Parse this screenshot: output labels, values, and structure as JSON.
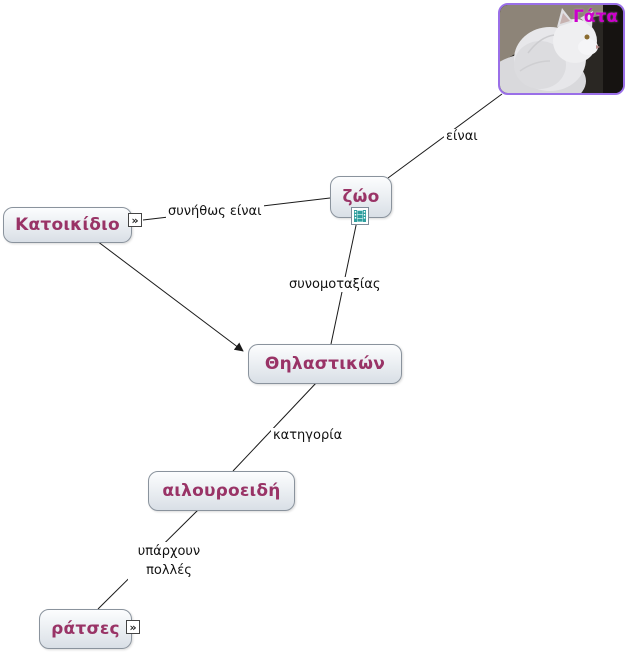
{
  "nodes": {
    "cat": {
      "label": "Γάτα"
    },
    "animal": {
      "label": "ζώο"
    },
    "pet": {
      "label": "Κατοικίδιο"
    },
    "mammals": {
      "label": "Θηλαστικών"
    },
    "felines": {
      "label": "αιλουροειδή"
    },
    "breeds": {
      "label": "ράτσες"
    }
  },
  "edges": {
    "is": {
      "label": "είναι"
    },
    "usually_is": {
      "label": "συνήθως είναι"
    },
    "phylum": {
      "label": "συνομοταξίας"
    },
    "category": {
      "label": "κατηγορία"
    },
    "there_are": {
      "label": "υπάρχουν"
    },
    "many": {
      "label": "πολλές"
    }
  },
  "icons": {
    "expand_glyph": "»"
  },
  "colors": {
    "node_text": "#993366",
    "image_label": "#CC00CC",
    "image_border": "#9A6FE8",
    "connector": "#1a1a1a"
  }
}
